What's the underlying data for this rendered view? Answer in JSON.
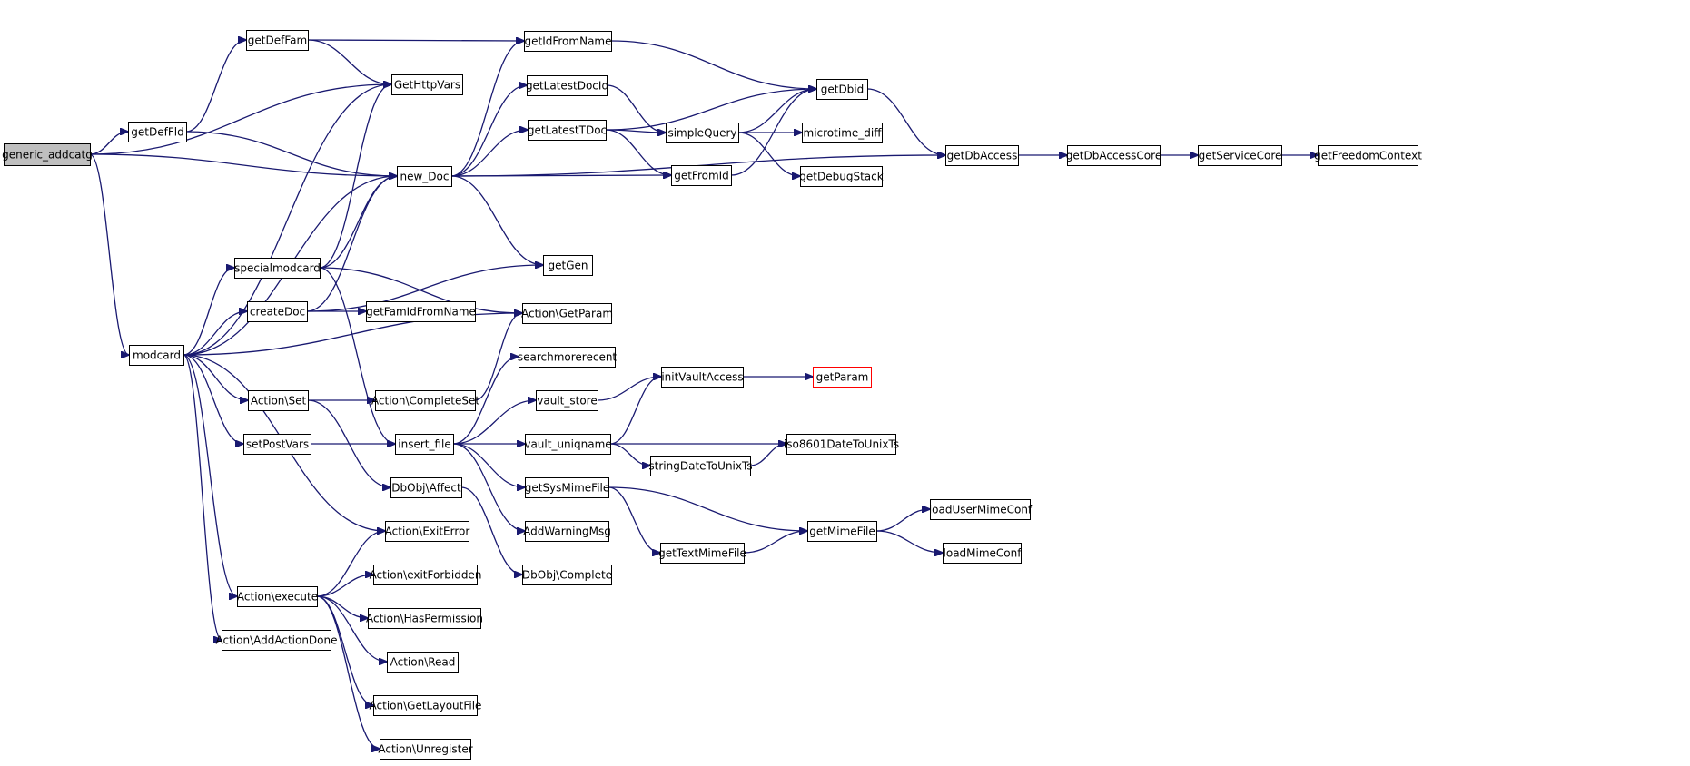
{
  "colors": {
    "edge": "#191970",
    "root_fill": "#bfbfbf",
    "missing_border": "#ff0000"
  },
  "nodes": [
    {
      "id": "generic_addcatg",
      "label": "generic_addcatg",
      "kind": "root"
    },
    {
      "id": "getDefFld",
      "label": "getDefFld"
    },
    {
      "id": "getDefFam",
      "label": "getDefFam"
    },
    {
      "id": "GetHttpVars",
      "label": "GetHttpVars"
    },
    {
      "id": "getIdFromName",
      "label": "getIdFromName"
    },
    {
      "id": "getDbid",
      "label": "getDbid"
    },
    {
      "id": "getLatestDocId",
      "label": "getLatestDocId"
    },
    {
      "id": "getLatestTDoc",
      "label": "getLatestTDoc"
    },
    {
      "id": "simpleQuery",
      "label": "simpleQuery"
    },
    {
      "id": "microtime_diff",
      "label": "microtime_diff"
    },
    {
      "id": "getDebugStack",
      "label": "getDebugStack"
    },
    {
      "id": "getFromId",
      "label": "getFromId"
    },
    {
      "id": "new_Doc",
      "label": "new_Doc"
    },
    {
      "id": "getDbAccess",
      "label": "getDbAccess"
    },
    {
      "id": "getDbAccessCore",
      "label": "getDbAccessCore"
    },
    {
      "id": "getServiceCore",
      "label": "getServiceCore"
    },
    {
      "id": "getFreedomContext",
      "label": "getFreedomContext"
    },
    {
      "id": "getGen",
      "label": "getGen"
    },
    {
      "id": "specialmodcard",
      "label": "specialmodcard"
    },
    {
      "id": "createDoc",
      "label": "createDoc"
    },
    {
      "id": "getFamIdFromName",
      "label": "getFamIdFromName"
    },
    {
      "id": "ActionGetParam",
      "label": "Action\\GetParam"
    },
    {
      "id": "modcard",
      "label": "modcard"
    },
    {
      "id": "searchmorerecent",
      "label": "searchmorerecent"
    },
    {
      "id": "initVaultAccess",
      "label": "initVaultAccess"
    },
    {
      "id": "getParam",
      "label": "getParam",
      "kind": "missing"
    },
    {
      "id": "ActionSet",
      "label": "Action\\Set"
    },
    {
      "id": "ActionCompleteSet",
      "label": "Action\\CompleteSet"
    },
    {
      "id": "vault_store",
      "label": "vault_store"
    },
    {
      "id": "setPostVars",
      "label": "setPostVars"
    },
    {
      "id": "insert_file",
      "label": "insert_file"
    },
    {
      "id": "vault_uniqname",
      "label": "vault_uniqname"
    },
    {
      "id": "iso8601DateToUnixTs",
      "label": "iso8601DateToUnixTs"
    },
    {
      "id": "stringDateToUnixTs",
      "label": "stringDateToUnixTs"
    },
    {
      "id": "DbObjAffect",
      "label": "DbObj\\Affect"
    },
    {
      "id": "getSysMimeFile",
      "label": "getSysMimeFile"
    },
    {
      "id": "loadUserMimeConf",
      "label": "loadUserMimeConf"
    },
    {
      "id": "getMimeFile",
      "label": "getMimeFile"
    },
    {
      "id": "ActionExitError",
      "label": "Action\\ExitError"
    },
    {
      "id": "AddWarningMsg",
      "label": "AddWarningMsg"
    },
    {
      "id": "getTextMimeFile",
      "label": "getTextMimeFile"
    },
    {
      "id": "loadMimeConf",
      "label": "loadMimeConf"
    },
    {
      "id": "DbObjComplete",
      "label": "DbObj\\Complete"
    },
    {
      "id": "ActionexitForbidden",
      "label": "Action\\exitForbidden"
    },
    {
      "id": "Actionexecute",
      "label": "Action\\execute"
    },
    {
      "id": "ActionHasPermission",
      "label": "Action\\HasPermission"
    },
    {
      "id": "ActionAddActionDone",
      "label": "Action\\AddActionDone"
    },
    {
      "id": "ActionRead",
      "label": "Action\\Read"
    },
    {
      "id": "ActionGetLayoutFile",
      "label": "Action\\GetLayoutFile"
    },
    {
      "id": "ActionUnregister",
      "label": "Action\\Unregister"
    }
  ],
  "edges": [
    [
      "generic_addcatg",
      "getDefFld"
    ],
    [
      "generic_addcatg",
      "GetHttpVars"
    ],
    [
      "generic_addcatg",
      "new_Doc"
    ],
    [
      "generic_addcatg",
      "modcard"
    ],
    [
      "getDefFld",
      "getDefFam"
    ],
    [
      "getDefFld",
      "new_Doc"
    ],
    [
      "getDefFam",
      "GetHttpVars"
    ],
    [
      "getDefFam",
      "getIdFromName"
    ],
    [
      "getIdFromName",
      "getDbid"
    ],
    [
      "getDbid",
      "getDbAccess"
    ],
    [
      "getDbAccess",
      "getDbAccessCore"
    ],
    [
      "getDbAccessCore",
      "getServiceCore"
    ],
    [
      "getServiceCore",
      "getFreedomContext"
    ],
    [
      "new_Doc",
      "getIdFromName"
    ],
    [
      "new_Doc",
      "getLatestDocId"
    ],
    [
      "new_Doc",
      "getLatestTDoc"
    ],
    [
      "new_Doc",
      "getFromId"
    ],
    [
      "new_Doc",
      "getDbAccess"
    ],
    [
      "new_Doc",
      "getGen"
    ],
    [
      "getLatestDocId",
      "simpleQuery"
    ],
    [
      "getLatestTDoc",
      "getDbid"
    ],
    [
      "getLatestTDoc",
      "simpleQuery"
    ],
    [
      "getLatestTDoc",
      "getFromId"
    ],
    [
      "simpleQuery",
      "getDbid"
    ],
    [
      "simpleQuery",
      "microtime_diff"
    ],
    [
      "simpleQuery",
      "getDebugStack"
    ],
    [
      "getFromId",
      "getDbid"
    ],
    [
      "modcard",
      "GetHttpVars"
    ],
    [
      "modcard",
      "new_Doc"
    ],
    [
      "modcard",
      "specialmodcard"
    ],
    [
      "modcard",
      "createDoc"
    ],
    [
      "modcard",
      "ActionGetParam"
    ],
    [
      "modcard",
      "ActionSet"
    ],
    [
      "modcard",
      "setPostVars"
    ],
    [
      "modcard",
      "ActionExitError"
    ],
    [
      "modcard",
      "Actionexecute"
    ],
    [
      "modcard",
      "ActionAddActionDone"
    ],
    [
      "specialmodcard",
      "GetHttpVars"
    ],
    [
      "specialmodcard",
      "new_Doc"
    ],
    [
      "specialmodcard",
      "ActionGetParam"
    ],
    [
      "specialmodcard",
      "insert_file"
    ],
    [
      "createDoc",
      "new_Doc"
    ],
    [
      "createDoc",
      "getGen"
    ],
    [
      "createDoc",
      "getFamIdFromName"
    ],
    [
      "ActionSet",
      "ActionCompleteSet"
    ],
    [
      "ActionSet",
      "DbObjAffect"
    ],
    [
      "ActionCompleteSet",
      "ActionGetParam"
    ],
    [
      "setPostVars",
      "insert_file"
    ],
    [
      "insert_file",
      "searchmorerecent"
    ],
    [
      "insert_file",
      "vault_store"
    ],
    [
      "insert_file",
      "vault_uniqname"
    ],
    [
      "insert_file",
      "getSysMimeFile"
    ],
    [
      "insert_file",
      "AddWarningMsg"
    ],
    [
      "vault_store",
      "initVaultAccess"
    ],
    [
      "vault_uniqname",
      "initVaultAccess"
    ],
    [
      "vault_uniqname",
      "iso8601DateToUnixTs"
    ],
    [
      "vault_uniqname",
      "stringDateToUnixTs"
    ],
    [
      "stringDateToUnixTs",
      "iso8601DateToUnixTs"
    ],
    [
      "initVaultAccess",
      "getParam"
    ],
    [
      "getSysMimeFile",
      "getMimeFile"
    ],
    [
      "getSysMimeFile",
      "getTextMimeFile"
    ],
    [
      "getTextMimeFile",
      "getMimeFile"
    ],
    [
      "getMimeFile",
      "loadUserMimeConf"
    ],
    [
      "getMimeFile",
      "loadMimeConf"
    ],
    [
      "DbObjAffect",
      "DbObjComplete"
    ],
    [
      "Actionexecute",
      "ActionExitError"
    ],
    [
      "Actionexecute",
      "ActionexitForbidden"
    ],
    [
      "Actionexecute",
      "ActionHasPermission"
    ],
    [
      "Actionexecute",
      "ActionRead"
    ],
    [
      "Actionexecute",
      "ActionGetLayoutFile"
    ],
    [
      "Actionexecute",
      "ActionUnregister"
    ]
  ]
}
